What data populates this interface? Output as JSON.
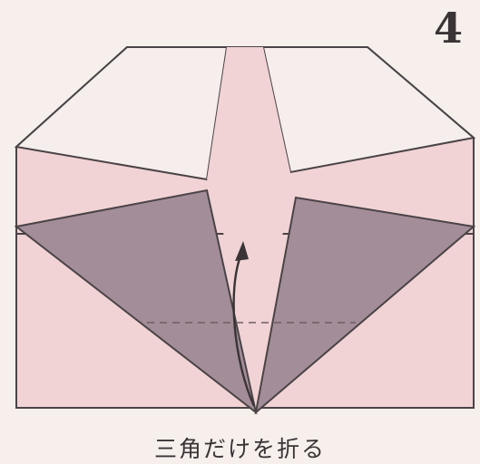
{
  "step": {
    "number": "4"
  },
  "caption": {
    "text": "三角だけを折る"
  },
  "colors": {
    "background": "#f6efec",
    "paper_pink": "#f1d3d5",
    "paper_white": "#f5eeec",
    "shaded_triangle": "#a38d98",
    "outline": "#4a4346",
    "fold_line": "#6e5f63"
  },
  "icons": [
    "curved-fold-arrow"
  ]
}
